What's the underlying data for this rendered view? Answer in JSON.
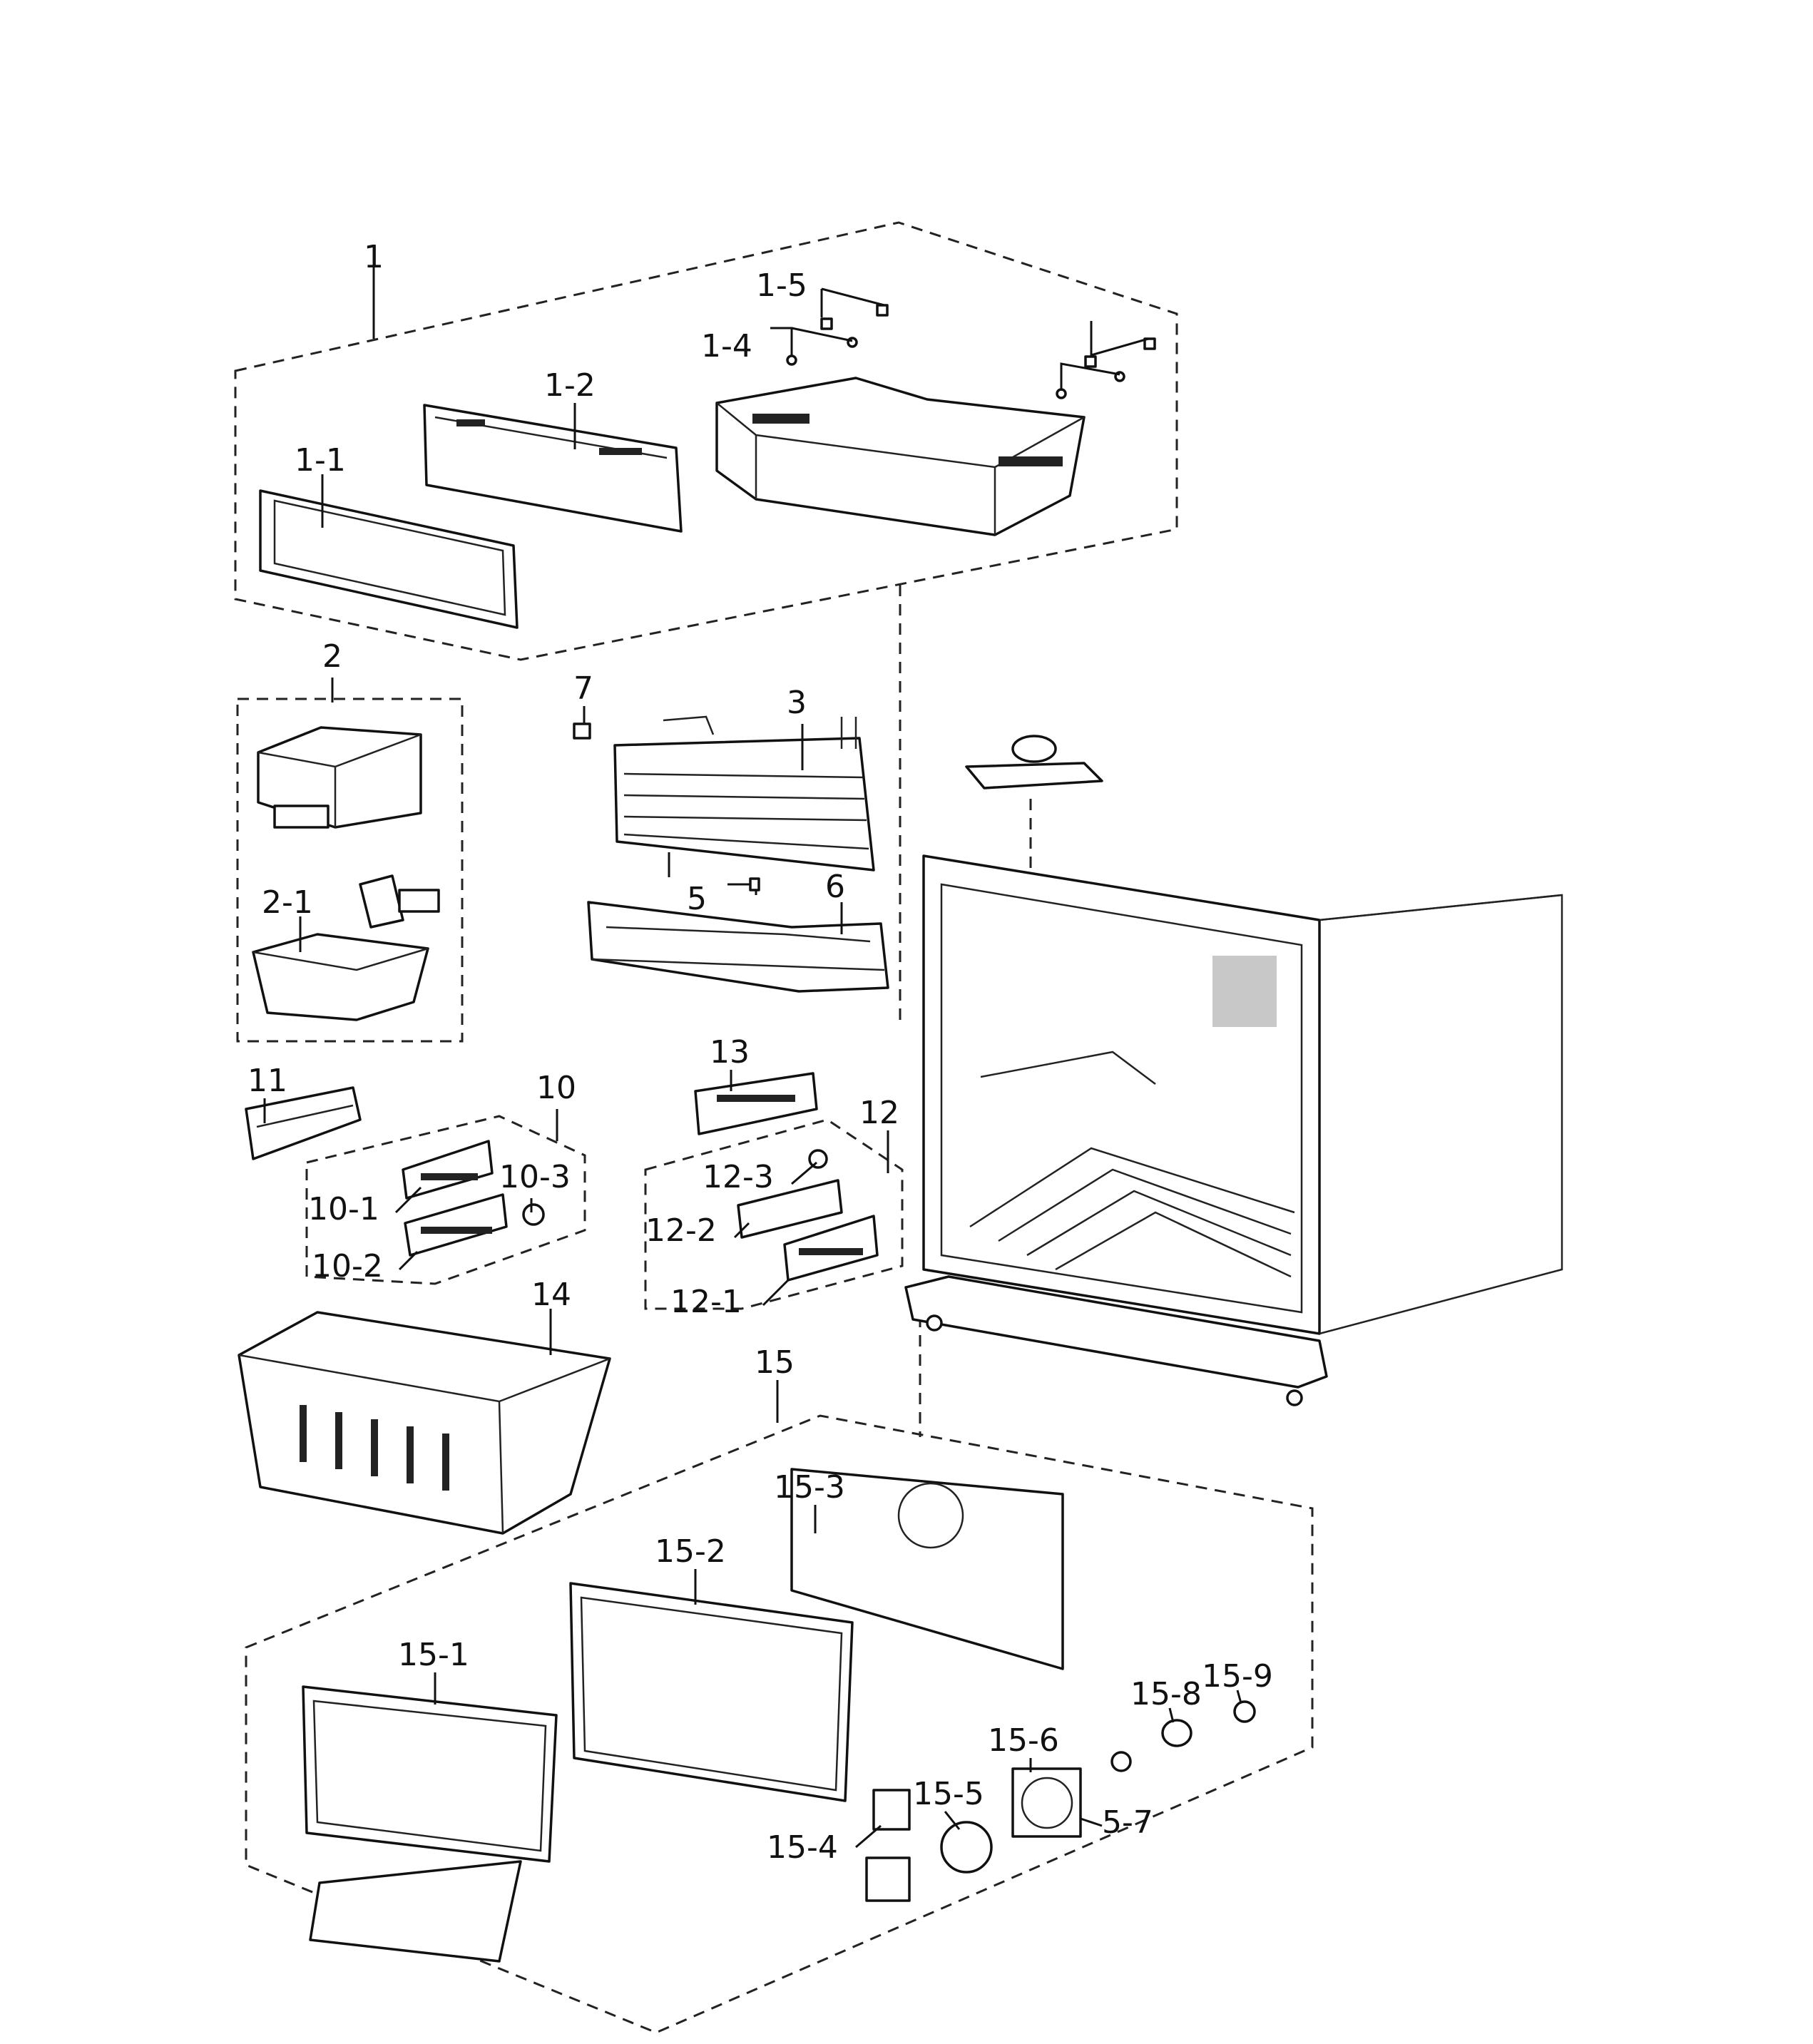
{
  "callouts": [
    {
      "id": "c1",
      "text": "1"
    },
    {
      "id": "c1_1",
      "text": "1-1"
    },
    {
      "id": "c1_2",
      "text": "1-2"
    },
    {
      "id": "c1_4",
      "text": "1-4"
    },
    {
      "id": "c1_5",
      "text": "1-5"
    },
    {
      "id": "c2",
      "text": "2"
    },
    {
      "id": "c2_1",
      "text": "2-1"
    },
    {
      "id": "c3",
      "text": "3"
    },
    {
      "id": "c5",
      "text": "5"
    },
    {
      "id": "c6",
      "text": "6"
    },
    {
      "id": "c7",
      "text": "7"
    },
    {
      "id": "c10",
      "text": "10"
    },
    {
      "id": "c10_1",
      "text": "10-1"
    },
    {
      "id": "c10_2",
      "text": "10-2"
    },
    {
      "id": "c10_3",
      "text": "10-3"
    },
    {
      "id": "c11",
      "text": "11"
    },
    {
      "id": "c12",
      "text": "12"
    },
    {
      "id": "c12_1",
      "text": "12-1"
    },
    {
      "id": "c12_2",
      "text": "12-2"
    },
    {
      "id": "c12_3",
      "text": "12-3"
    },
    {
      "id": "c13",
      "text": "13"
    },
    {
      "id": "c14",
      "text": "14"
    },
    {
      "id": "c15",
      "text": "15"
    },
    {
      "id": "c15_1",
      "text": "15-1"
    },
    {
      "id": "c15_2",
      "text": "15-2"
    },
    {
      "id": "c15_3",
      "text": "15-3"
    },
    {
      "id": "c15_4",
      "text": "15-4"
    },
    {
      "id": "c15_5",
      "text": "15-5"
    },
    {
      "id": "c15_6",
      "text": "15-6"
    },
    {
      "id": "c15_7",
      "text": "5-7"
    },
    {
      "id": "c15_8",
      "text": "15-8"
    },
    {
      "id": "c15_9",
      "text": "15-9"
    }
  ]
}
